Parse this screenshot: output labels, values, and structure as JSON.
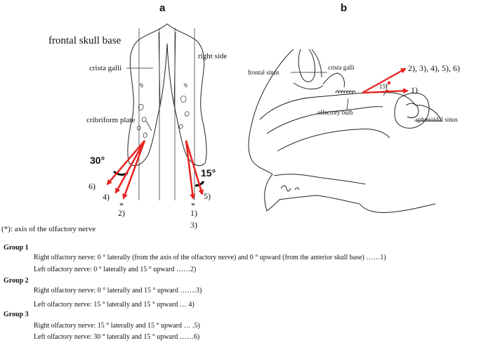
{
  "panel_a": {
    "letter": "a",
    "labels": {
      "frontal_skull_base": "frontal skull base",
      "right_side": "right side",
      "crista_galli": "crista galli",
      "cribriform_plate": "cribriform plate",
      "angle_left": "30°",
      "angle_right": "15°",
      "n6": "6)",
      "n4": "4)",
      "star_left": "*",
      "n2": "2)",
      "n5": "5)",
      "star_right": "*",
      "n1": "1)",
      "n3": "3)"
    },
    "arrow_color": "#e8231f"
  },
  "panel_b": {
    "letter": "b",
    "labels": {
      "frontal_sinus": "frontal sinus",
      "crista_galli": "crista galli",
      "olfactory_bulb": "olfactory bulb",
      "sphenoidal_sinus": "sphenoidal sinus",
      "angle": "15°",
      "upper_arrow": "2), 3), 4), 5), 6)",
      "lower_arrow": "1)"
    },
    "arrow_color": "#e8231f"
  },
  "footnote": "(*): axis of the olfactory nerve",
  "groups": [
    {
      "title": "Group 1",
      "lines": [
        "Right olfactory nerve: 0 ° laterally (from the axis of the olfactory nerve) and 0 ° upward (from the anterior skull base) ……1)",
        "Left olfactory nerve:   0 ° laterally and 15 ° upward ……2)"
      ]
    },
    {
      "title": "Group 2",
      "lines": [
        "Right olfactory nerve: 0 ° laterally and 15 ° upward …….3)",
        "Left olfactory nerve:   15 ° laterally and 15 ° upward …   4)"
      ]
    },
    {
      "title": "Group 3",
      "lines": [
        "Right olfactory nerve: 15 ° laterally and 15 ° upward …  .5)",
        "Left olfactory nerve:   30 ° laterally and 15 ° upward ……6)"
      ]
    }
  ]
}
